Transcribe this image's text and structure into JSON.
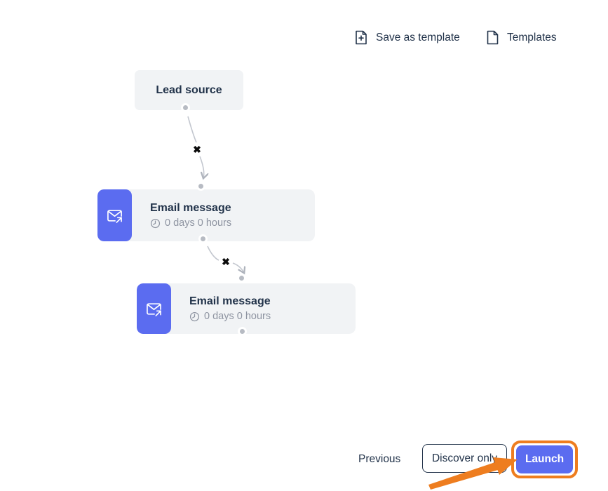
{
  "toolbar": {
    "save_as_template_label": "Save as template",
    "templates_label": "Templates"
  },
  "flow": {
    "nodes": [
      {
        "type": "lead-source",
        "title": "Lead source"
      },
      {
        "type": "email-message",
        "title": "Email message",
        "delay": "0 days 0 hours"
      },
      {
        "type": "email-message",
        "title": "Email message",
        "delay": "0 days 0 hours"
      }
    ],
    "delete_marker": "✖"
  },
  "footer": {
    "previous_label": "Previous",
    "discover_label": "Discover only",
    "launch_label": "Launch"
  },
  "colors": {
    "accent_blue": "#5b6cf0",
    "node_background": "#f1f3f5",
    "text_dark": "#22334a",
    "text_gray": "#8e94a1",
    "connector_gray": "#c3c7cf",
    "dot_gray": "#b7bbc3",
    "annotation_orange": "#ee7d1f"
  }
}
